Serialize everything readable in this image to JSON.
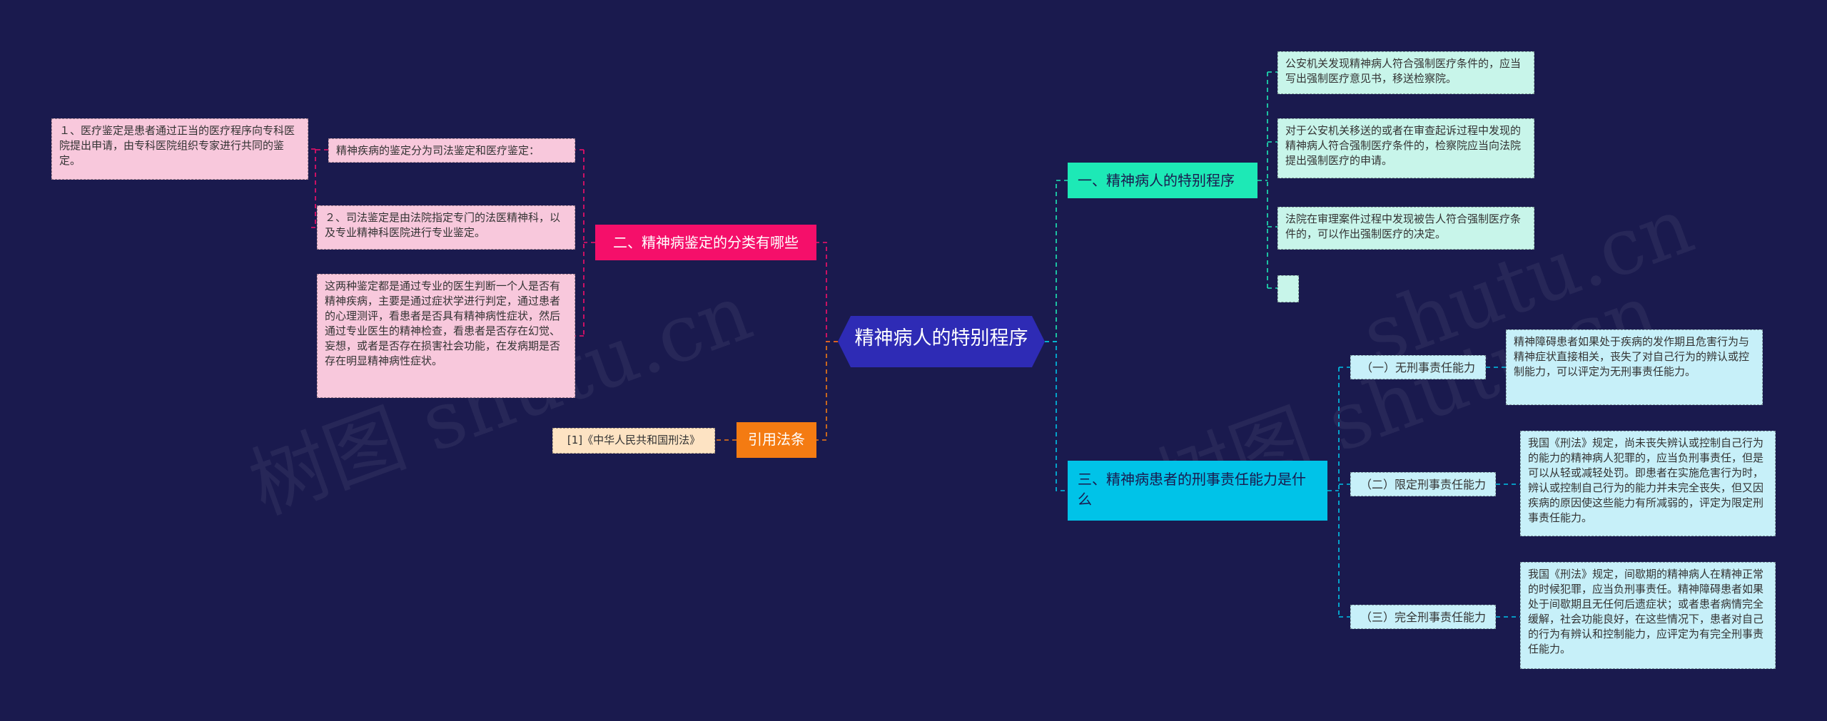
{
  "root": {
    "title": "精神病人的特别程序"
  },
  "branches": {
    "procedure": {
      "title": "一、精神病人的特别程序",
      "items": [
        "公安机关发现精神病人符合强制医疗条件的，应当写出强制医疗意见书，移送检察院。",
        "对于公安机关移送的或者在审查起诉过程中发现的精神病人符合强制医疗条件的，检察院应当向法院提出强制医疗的申请。",
        "法院在审理案件过程中发现被告人符合强制医疗条件的，可以作出强制医疗的决定。",
        ""
      ]
    },
    "classification": {
      "title": "二、精神病鉴定的分类有哪些",
      "sub_title": "精神疾病的鉴定分为司法鉴定和医疗鉴定：",
      "sub_items": [
        "１、医疗鉴定是患者通过正当的医疗程序向专科医院提出申请，由专科医院组织专家进行共同的鉴定。",
        "２、司法鉴定是由法院指定专门的法医精神科，以及专业精神科医院进行专业鉴定。"
      ],
      "note": "这两种鉴定都是通过专业的医生判断一个人是否有精神疾病，主要是通过症状学进行判定，通过患者的心理测评，看患者是否具有精神病性症状，然后通过专业医生的精神检查，看患者是否存在幻觉、妄想，或者是否存在损害社会功能，在发病期是否存在明显精神病性症状。"
    },
    "liability": {
      "title": "三、精神病患者的刑事责任能力是什么",
      "subs": [
        {
          "label": "（一）无刑事责任能力",
          "desc": "精神障碍患者如果处于疾病的发作期且危害行为与精神症状直接相关，丧失了对自己行为的辨认或控制能力，可以评定为无刑事责任能力。"
        },
        {
          "label": "（二）限定刑事责任能力",
          "desc": "我国《刑法》规定，尚未丧失辨认或控制自己行为的能力的精神病人犯罪的，应当负刑事责任，但是可以从轻或减轻处罚。即患者在实施危害行为时，辨认或控制自己行为的能力并未完全丧失，但又因疾病的原因使这些能力有所减弱的，评定为限定刑事责任能力。"
        },
        {
          "label": "（三）完全刑事责任能力",
          "desc": "我国《刑法》规定，间歇期的精神病人在精神正常的时候犯罪，应当负刑事责任。精神障碍患者如果处于间歇期且无任何后遗症状；或者患者病情完全缓解，社会功能良好，在这些情况下，患者对自己的行为有辨认和控制能力，应评定为有完全刑事责任能力。"
        }
      ]
    },
    "citation": {
      "title": "引用法条",
      "items": [
        "[1]《中华人民共和国刑法》"
      ]
    }
  },
  "watermarks": [
    "树图 shutu.cn",
    "树图 shutu.cn",
    "shutu.cn"
  ],
  "colors": {
    "background": "#1a1a4e",
    "root": "#2e2bb5",
    "branch_procedure": "#1de9b6",
    "branch_classification": "#f50f6a",
    "branch_liability": "#00c3e8",
    "branch_citation": "#f47b12"
  }
}
